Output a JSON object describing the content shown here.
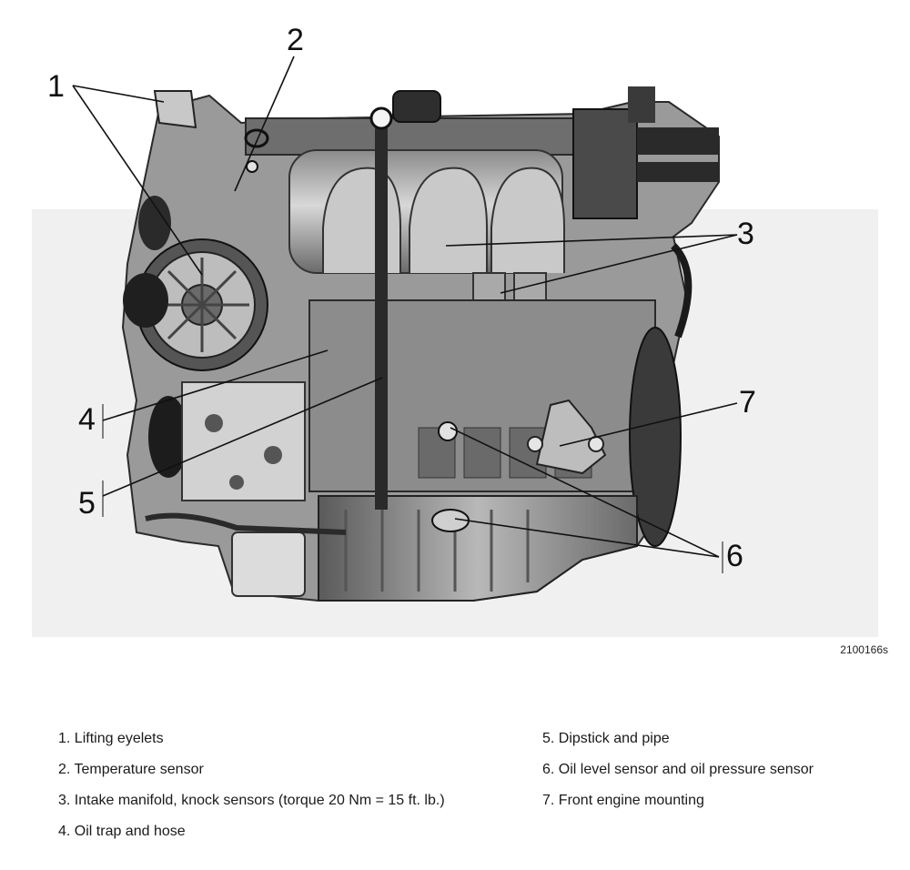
{
  "callouts": [
    "1",
    "2",
    "3",
    "4",
    "5",
    "6",
    "7"
  ],
  "image_id": "2100166s",
  "legend": {
    "left": [
      "1. Lifting eyelets",
      "2. Temperature sensor",
      "3. Intake manifold, knock sensors (torque 20 Nm = 15 ft. lb.)",
      "4. Oil trap and hose"
    ],
    "right": [
      "5. Dipstick and pipe",
      "6. Oil level sensor and oil pressure sensor",
      "7. Front engine mounting"
    ]
  }
}
